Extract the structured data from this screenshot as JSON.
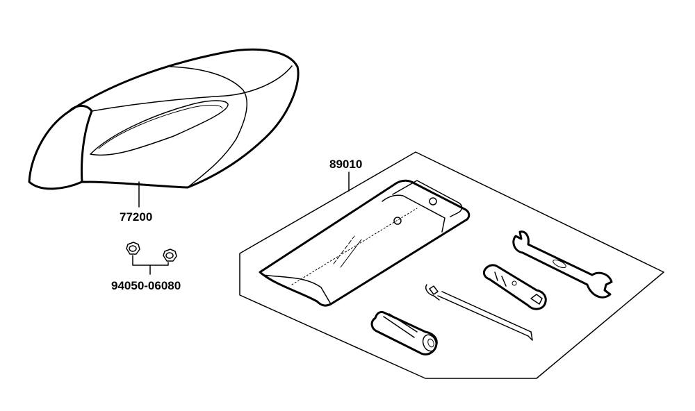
{
  "parts": [
    {
      "id": "seat",
      "number": "77200"
    },
    {
      "id": "seat-bolts",
      "number": "94050-06080"
    },
    {
      "id": "tool-kit",
      "number": "89010"
    }
  ],
  "colors": {
    "line": "#000000",
    "background": "#ffffff"
  }
}
